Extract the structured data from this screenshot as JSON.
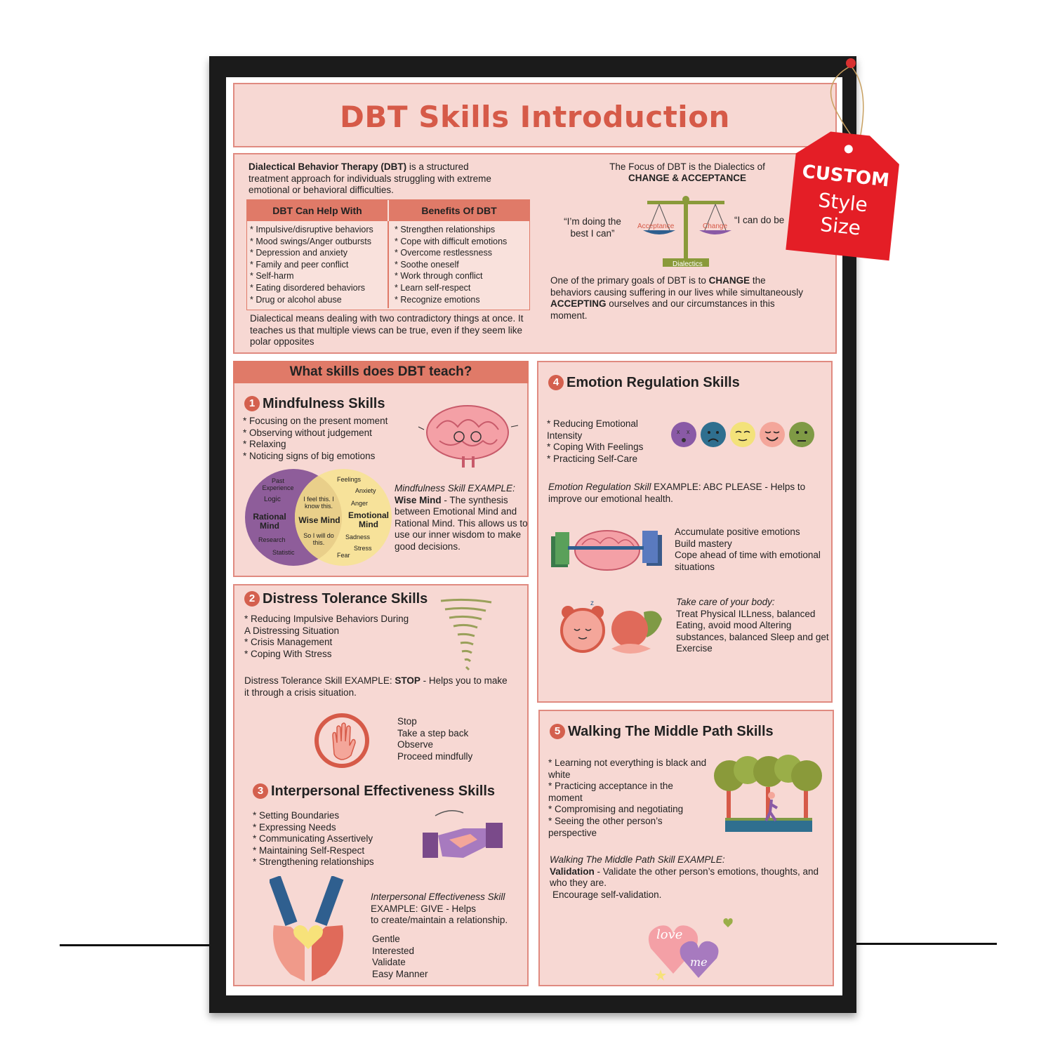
{
  "title": "DBT Skills Introduction",
  "intro": {
    "text": "Dialectical Behavior Therapy (DBT) is a structured treatment approach for individuals struggling with extreme emotional or behavioral difficulties.",
    "dialectical": "Dialectical means dealing with two contradictory things at once. It teaches us that multiple views can be true, even if they seem like polar opposites"
  },
  "table": {
    "col1_header": "DBT Can Help With",
    "col2_header": "Benefits Of DBT",
    "col1": [
      "Impulsive/disruptive behaviors",
      "Mood swings/Anger outbursts",
      "Depression and anxiety",
      "Family and peer conflict",
      "Self-harm",
      "Eating disordered behaviors",
      "Drug or alcohol abuse"
    ],
    "col2": [
      "Strengthen relationships",
      "Cope with difficult emotions",
      "Overcome restlessness",
      "Soothe oneself",
      "Work through conflict",
      "Learn self-respect",
      "Recognize emotions"
    ]
  },
  "focus": {
    "line1": "The Focus of DBT is the Dialectics of",
    "line2": "CHANGE & ACCEPTANCE",
    "quote_left": "“I’m doing the best I can”",
    "quote_right": "“I can do be",
    "scale_left": "Acceptance",
    "scale_right": "Change",
    "scale_base": "Dialectics",
    "goal": "One of the primary goals of DBT is to CHANGE the behaviors causing suffering in our lives while simultaneously ACCEPTING ourselves and our circumstances in this moment."
  },
  "skills_header": "What skills does DBT teach?",
  "mindfulness": {
    "number": "1",
    "title": "Mindfulness Skills",
    "items": [
      "Focusing on the present moment",
      "Observing without judgement",
      "Relaxing",
      "Noticing signs of big emotions"
    ],
    "example_label": "Mindfulness Skill EXAMPLE:",
    "example_name": "Wise Mind",
    "example_text": " - The synthesis between Emotional Mind and Rational Mind. This allows us to use our inner wisdom to make good decisions.",
    "venn": {
      "left_title": "Rational Mind",
      "center_title": "Wise Mind",
      "right_title": "Emotional Mind",
      "left_words": [
        "Past Experience",
        "Logic",
        "Research",
        "Statistic"
      ],
      "center_top": "I feel this. I know this.",
      "center_bottom": "So I will do this.",
      "right_words": [
        "Feelings",
        "Anxiety",
        "Anger",
        "Sadness",
        "Stress",
        "Fear"
      ]
    }
  },
  "distress": {
    "number": "2",
    "title": "Distress Tolerance Skills",
    "items": [
      "Reducing Impulsive Behaviors During A Distressing Situation",
      "Crisis Management",
      "Coping With Stress"
    ],
    "example": "Distress Tolerance Skill EXAMPLE: STOP - Helps you to make it through a crisis situation.",
    "stop": [
      "Stop",
      "Take a step back",
      "Observe",
      "Proceed mindfully"
    ]
  },
  "interpersonal": {
    "number": "3",
    "title": "Interpersonal Effectiveness Skills",
    "items": [
      "Setting Boundaries",
      "Expressing Needs",
      "Communicating Assertively",
      "Maintaining Self-Respect",
      "Strengthening relationships"
    ],
    "example_label": "Interpersonal Effectiveness Skill",
    "example_line2": "EXAMPLE: GIVE - Helps",
    "example_line3": "to create/maintain a relationship.",
    "give": [
      "Gentle",
      "Interested",
      "Validate",
      "Easy Manner"
    ]
  },
  "emotion": {
    "number": "4",
    "title": "Emotion Regulation Skills",
    "items": [
      "Reducing Emotional Intensity",
      "Coping With Feelings",
      "Practicing Self-Care"
    ],
    "example_label": "Emotion Regulation Skill",
    "example_text": " EXAMPLE: ABC PLEASE - Helps to improve our emotional health.",
    "abc": [
      "Accumulate positive emotions",
      "Build mastery",
      "Cope ahead of time with emotional situations"
    ],
    "please_label": "Take care of your body:",
    "please_text": "Treat Physical ILLness, balanced Eating, avoid mood Altering substances, balanced Sleep and get Exercise",
    "faces": [
      {
        "color": "#8a5aa6",
        "icon": "dizzy-face-icon"
      },
      {
        "color": "#2f6f8f",
        "icon": "sad-face-icon"
      },
      {
        "color": "#f3e27a",
        "icon": "calm-face-icon"
      },
      {
        "color": "#f4a69a",
        "icon": "happy-face-icon"
      },
      {
        "color": "#7f9a45",
        "icon": "sick-face-icon"
      }
    ]
  },
  "middle": {
    "number": "5",
    "title": "Walking The Middle Path Skills",
    "items": [
      "Learning not everything is black and white",
      "Practicing acceptance in the moment",
      "Compromising and negotiating",
      "Seeing the other person’s perspective"
    ],
    "example_label": "Walking The Middle Path Skill EXAMPLE:",
    "example_name": "Validation",
    "example_text": " - Validate the other person’s emotions, thoughts, and who they are.",
    "example_last": "Encourage self-validation.",
    "heart_text_1": "love",
    "heart_text_2": "me"
  },
  "tag": {
    "line1": "CUSTOM",
    "line2": "Style",
    "line3": "Size"
  },
  "colors": {
    "accent": "#d65a48",
    "panel": "#f7d8d3",
    "header": "#e07a68",
    "border": "#e08a80"
  }
}
